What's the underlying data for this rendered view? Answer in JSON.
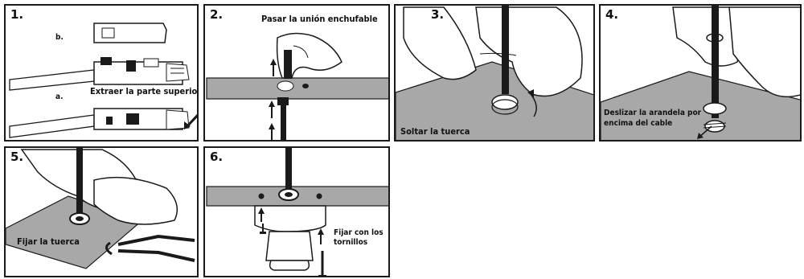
{
  "steps": [
    {
      "num": "1.",
      "labels": {
        "b": "b.",
        "a": "a.",
        "caption": "Extraer la parte superior"
      }
    },
    {
      "num": "2.",
      "caption": "Pasar la unión enchufable"
    },
    {
      "num": "3.",
      "caption": "Soltar la tuerca"
    },
    {
      "num": "4.",
      "caption_line1": "Deslizar la arandela por",
      "caption_line2": "encima del cable"
    },
    {
      "num": "5.",
      "caption": "Fijar la tuerca"
    },
    {
      "num": "6.",
      "caption_line1": "Fijar con los",
      "caption_line2": "tornillos"
    }
  ],
  "colors": {
    "plate": "#a8a8a8",
    "line": "#1a1a1a",
    "panel_border": "#1a1a1a"
  }
}
